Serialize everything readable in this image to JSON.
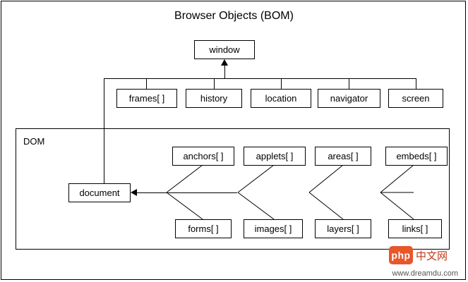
{
  "diagram": {
    "title": "Browser Objects (BOM)",
    "dom_group_label": "DOM",
    "root": {
      "label": "window"
    },
    "bom_nodes": [
      {
        "label": "frames[ ]"
      },
      {
        "label": "history"
      },
      {
        "label": "location"
      },
      {
        "label": "navigator"
      },
      {
        "label": "screen"
      }
    ],
    "document_node": {
      "label": "document"
    },
    "dom_top_nodes": [
      {
        "label": "anchors[ ]"
      },
      {
        "label": "applets[ ]"
      },
      {
        "label": "areas[ ]"
      },
      {
        "label": "embeds[ ]"
      }
    ],
    "dom_bottom_nodes": [
      {
        "label": "forms[ ]"
      },
      {
        "label": "images[ ]"
      },
      {
        "label": "layers[ ]"
      },
      {
        "label": "links[ ]"
      }
    ]
  },
  "watermark": {
    "badge": "php",
    "text": "中文网",
    "url": "www.dreamdu.com"
  },
  "colors": {
    "line": "#000000",
    "background": "#ffffff",
    "badge": "#e8562a",
    "badge_text": "#c23a1a"
  }
}
